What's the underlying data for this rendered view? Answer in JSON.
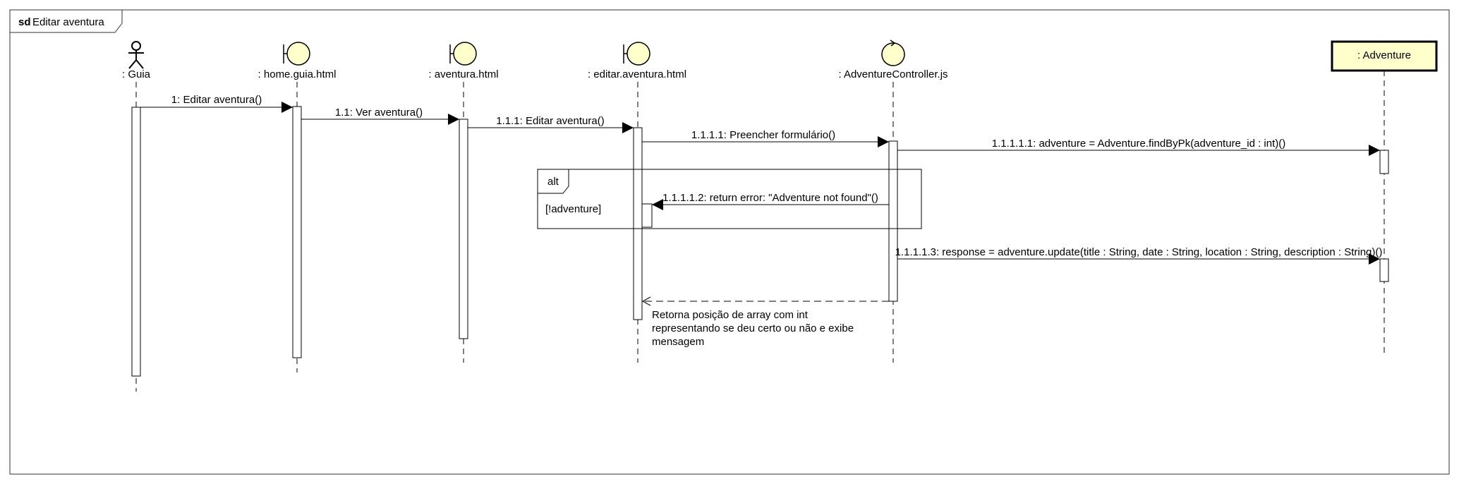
{
  "frame": {
    "keyword": "sd",
    "name": "Editar aventura"
  },
  "colors": {
    "entity_fill": "#ffffcc",
    "line": "#000000",
    "frame": "#333333",
    "background": "#ffffff"
  },
  "lifelines": [
    {
      "id": "guia",
      "label": ": Guia",
      "icon": "actor-icon"
    },
    {
      "id": "home",
      "label": ": home.guia.html",
      "icon": "boundary-icon"
    },
    {
      "id": "aventura",
      "label": ": aventura.html",
      "icon": "boundary-icon"
    },
    {
      "id": "editar",
      "label": ": editar.aventura.html",
      "icon": "boundary-icon"
    },
    {
      "id": "controller",
      "label": ": AdventureController.js",
      "icon": "control-icon"
    },
    {
      "id": "adventure",
      "label": ": Adventure",
      "icon": "entity-box"
    }
  ],
  "messages": [
    {
      "id": "m1",
      "label": "1: Editar aventura()",
      "from": "guia",
      "to": "home",
      "kind": "sync"
    },
    {
      "id": "m2",
      "label": "1.1: Ver aventura()",
      "from": "home",
      "to": "aventura",
      "kind": "sync"
    },
    {
      "id": "m3",
      "label": "1.1.1: Editar aventura()",
      "from": "aventura",
      "to": "editar",
      "kind": "sync"
    },
    {
      "id": "m4",
      "label": "1.1.1.1: Preencher formulário()",
      "from": "editar",
      "to": "controller",
      "kind": "sync"
    },
    {
      "id": "m5",
      "label": "1.1.1.1.1: adventure = Adventure.findByPk(adventure_id : int)()",
      "from": "controller",
      "to": "adventure",
      "kind": "sync"
    },
    {
      "id": "m6",
      "label": "1.1.1.1.2: return error: \"Adventure not found\"()",
      "from": "controller",
      "to": "editar",
      "kind": "sync"
    },
    {
      "id": "m7",
      "label": "1.1.1.1.3: response = adventure.update(title : String, date : String, location : String, description : String)()",
      "from": "controller",
      "to": "adventure",
      "kind": "sync"
    },
    {
      "id": "m8",
      "label": "",
      "from": "controller",
      "to": "editar",
      "kind": "return"
    }
  ],
  "fragment": {
    "operator": "alt",
    "guard": "[!adventure]"
  },
  "note": {
    "lines": [
      "Retorna posição de array com int",
      "representando se deu certo ou não e exibe",
      "mensagem"
    ]
  }
}
